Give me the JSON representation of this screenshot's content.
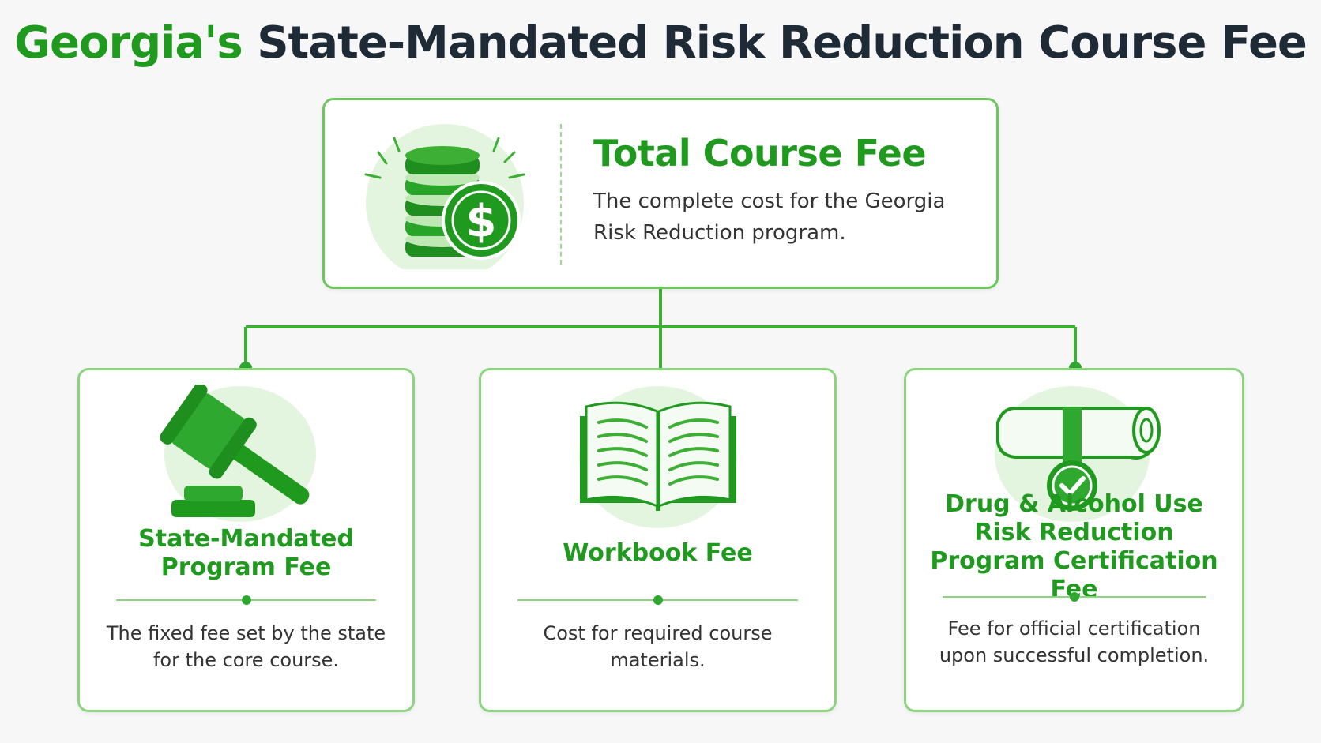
{
  "title": {
    "accent": "Georgia's",
    "rest": "State-Mandated Risk Reduction Course Fee"
  },
  "total": {
    "title": "Total Course Fee",
    "description": "The complete cost for the Georgia Risk Reduction program.",
    "icon": "coin-stack-dollar-icon"
  },
  "components": [
    {
      "title": "State-Mandated Program Fee",
      "description": "The fixed fee set by the state for the core course.",
      "icon": "gavel-icon"
    },
    {
      "title": "Workbook Fee",
      "description": "Cost for required course materials.",
      "icon": "open-book-icon"
    },
    {
      "title": "Drug & Alcohol Use Risk Reduction Program Certification Fee",
      "description": "Fee for official certification upon successful completion.",
      "icon": "certificate-scroll-icon"
    }
  ],
  "colors": {
    "accent_green": "#1f9a1f",
    "border_green": "#8cd47e",
    "title_dark": "#1f2a37",
    "icon_bg": "#e3f5df"
  }
}
